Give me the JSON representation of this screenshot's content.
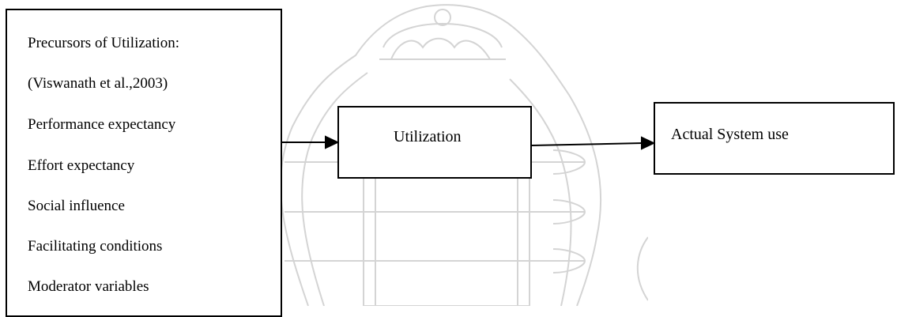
{
  "diagram": {
    "precursors": {
      "lines": [
        "Precursors of Utilization:",
        "(Viswanath et al.,2003)",
        "Performance expectancy",
        "Effort expectancy",
        "Social influence",
        "Facilitating conditions",
        "Moderator variables"
      ]
    },
    "utilization": {
      "label": "Utilization"
    },
    "actual_use": {
      "label": "Actual System use"
    },
    "colors": {
      "line": "#000000",
      "watermark": "#cfcfcf"
    }
  }
}
